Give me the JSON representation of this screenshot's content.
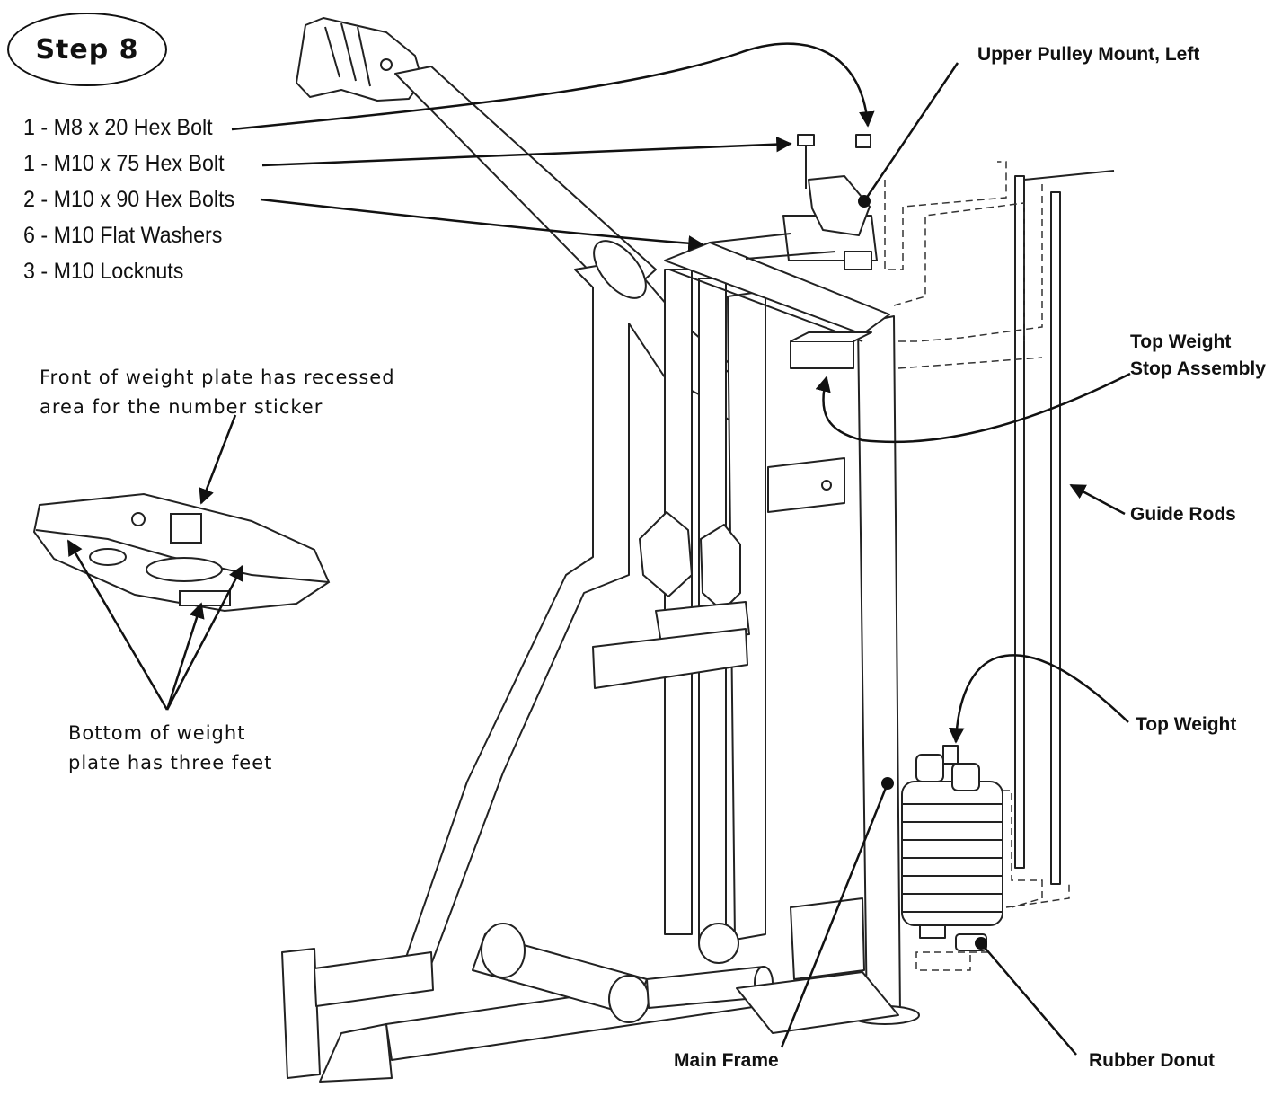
{
  "step_label": "Step 8",
  "parts": [
    "1 - M8 x 20 Hex Bolt",
    "1 - M10 x 75 Hex Bolt",
    "2 - M10 x 90 Hex Bolts",
    "6 - M10 Flat Washers",
    "3 - M10 Locknuts"
  ],
  "notes": {
    "front_plate": "Front of weight plate has recessed\narea for the number sticker",
    "bottom_plate": "Bottom of weight\nplate has three feet"
  },
  "callouts": {
    "upper_pulley_mount": "Upper Pulley Mount, Left",
    "top_weight_stop": "Top Weight\nStop Assembly",
    "guide_rods": "Guide Rods",
    "top_weight": "Top Weight",
    "main_frame": "Main Frame",
    "rubber_donut": "Rubber Donut"
  }
}
